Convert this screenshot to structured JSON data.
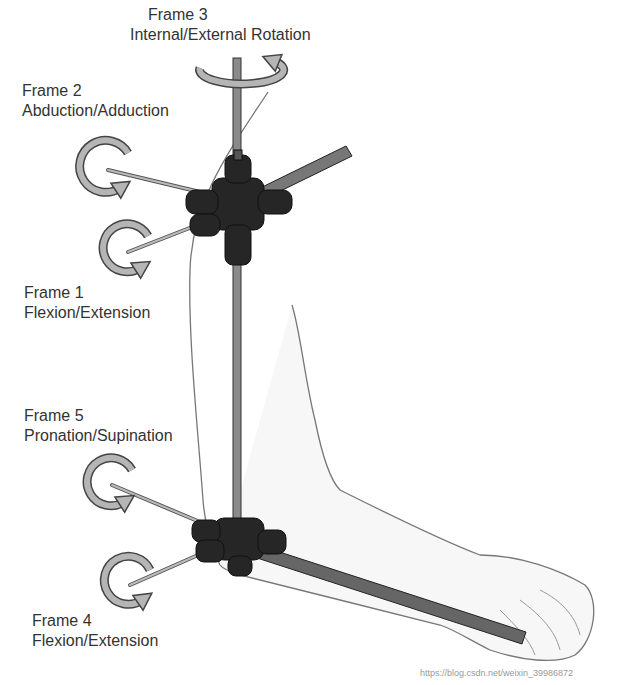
{
  "diagram": {
    "labels": [
      "Frame 3",
      "Internal/External Rotation",
      "Frame 2",
      "Abduction/Adduction",
      "Frame 1",
      "Flexion/Extension",
      "Frame 5",
      "Pronation/Supination",
      "Frame 4",
      "Flexion/Extension",
      "https://blog.csdn.net/weixin_39986872"
    ]
  }
}
